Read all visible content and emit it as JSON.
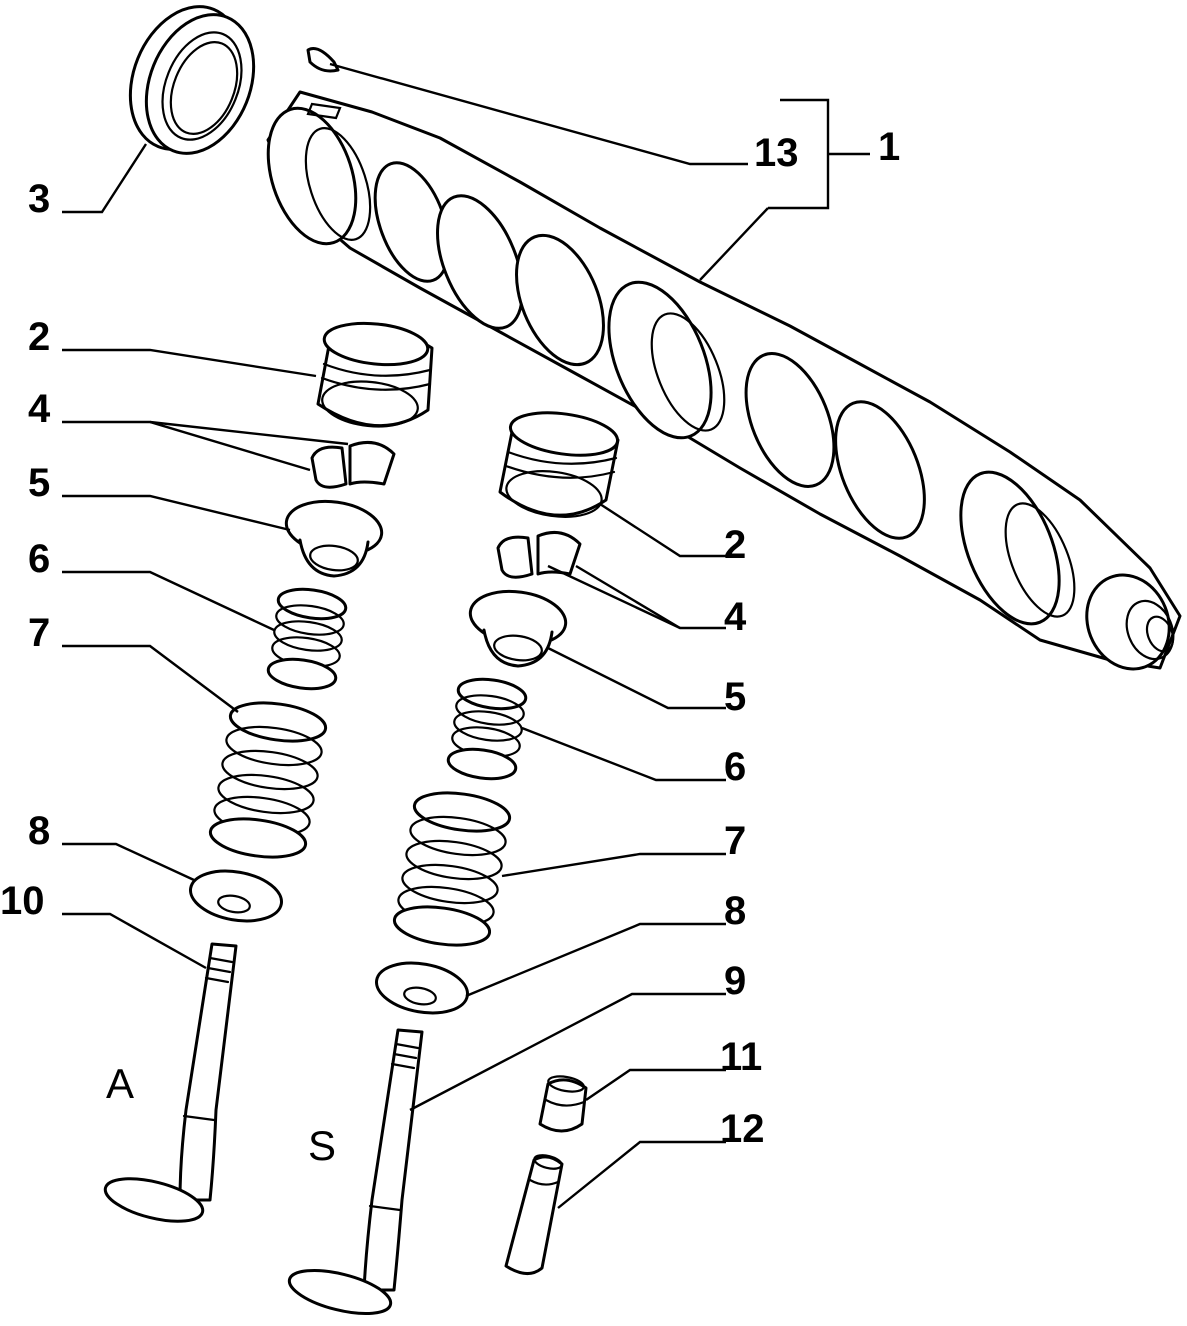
{
  "callouts": {
    "c1": "1",
    "c2a": "2",
    "c2b": "2",
    "c3": "3",
    "c4a": "4",
    "c4b": "4",
    "c5a": "5",
    "c5b": "5",
    "c6a": "6",
    "c6b": "6",
    "c7a": "7",
    "c7b": "7",
    "c8a": "8",
    "c8b": "8",
    "c9": "9",
    "c10": "10",
    "c11": "11",
    "c12": "12",
    "c13": "13"
  },
  "valve_labels": {
    "intake": "A",
    "exhaust": "S"
  }
}
